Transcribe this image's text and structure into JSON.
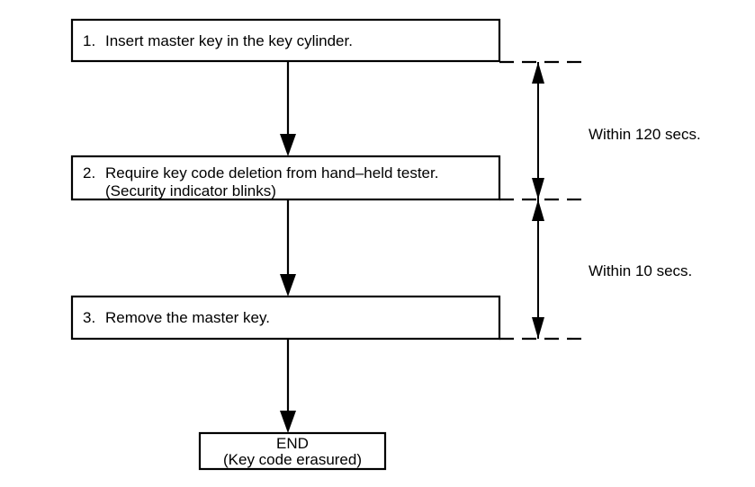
{
  "diagram": {
    "title": "Key code erasure procedure flowchart",
    "type": "flowchart",
    "orientation": "vertical",
    "colors": {
      "background": "#ffffff",
      "line": "#000000",
      "text": "#000000"
    },
    "steps": [
      {
        "number": "1.",
        "line1": "Insert master key in the key cylinder.",
        "line2": ""
      },
      {
        "number": "2.",
        "line1": "Require key code deletion from hand–held tester.",
        "line2": "(Security indicator blinks)"
      },
      {
        "number": "3.",
        "line1": "Remove the master key.",
        "line2": ""
      }
    ],
    "terminator": {
      "line1": "END",
      "line2": "(Key code erasured)"
    },
    "timing_notes": [
      {
        "label": "Within 120 secs.",
        "from_step": "1.",
        "to_step": "2."
      },
      {
        "label": "Within 10 secs.",
        "from_step": "2.",
        "to_step": "3."
      }
    ],
    "connectors": [
      {
        "from": "1.",
        "to": "2.",
        "style": "arrow-down"
      },
      {
        "from": "2.",
        "to": "3.",
        "style": "arrow-down"
      },
      {
        "from": "3.",
        "to": "END",
        "style": "arrow-down"
      }
    ]
  }
}
